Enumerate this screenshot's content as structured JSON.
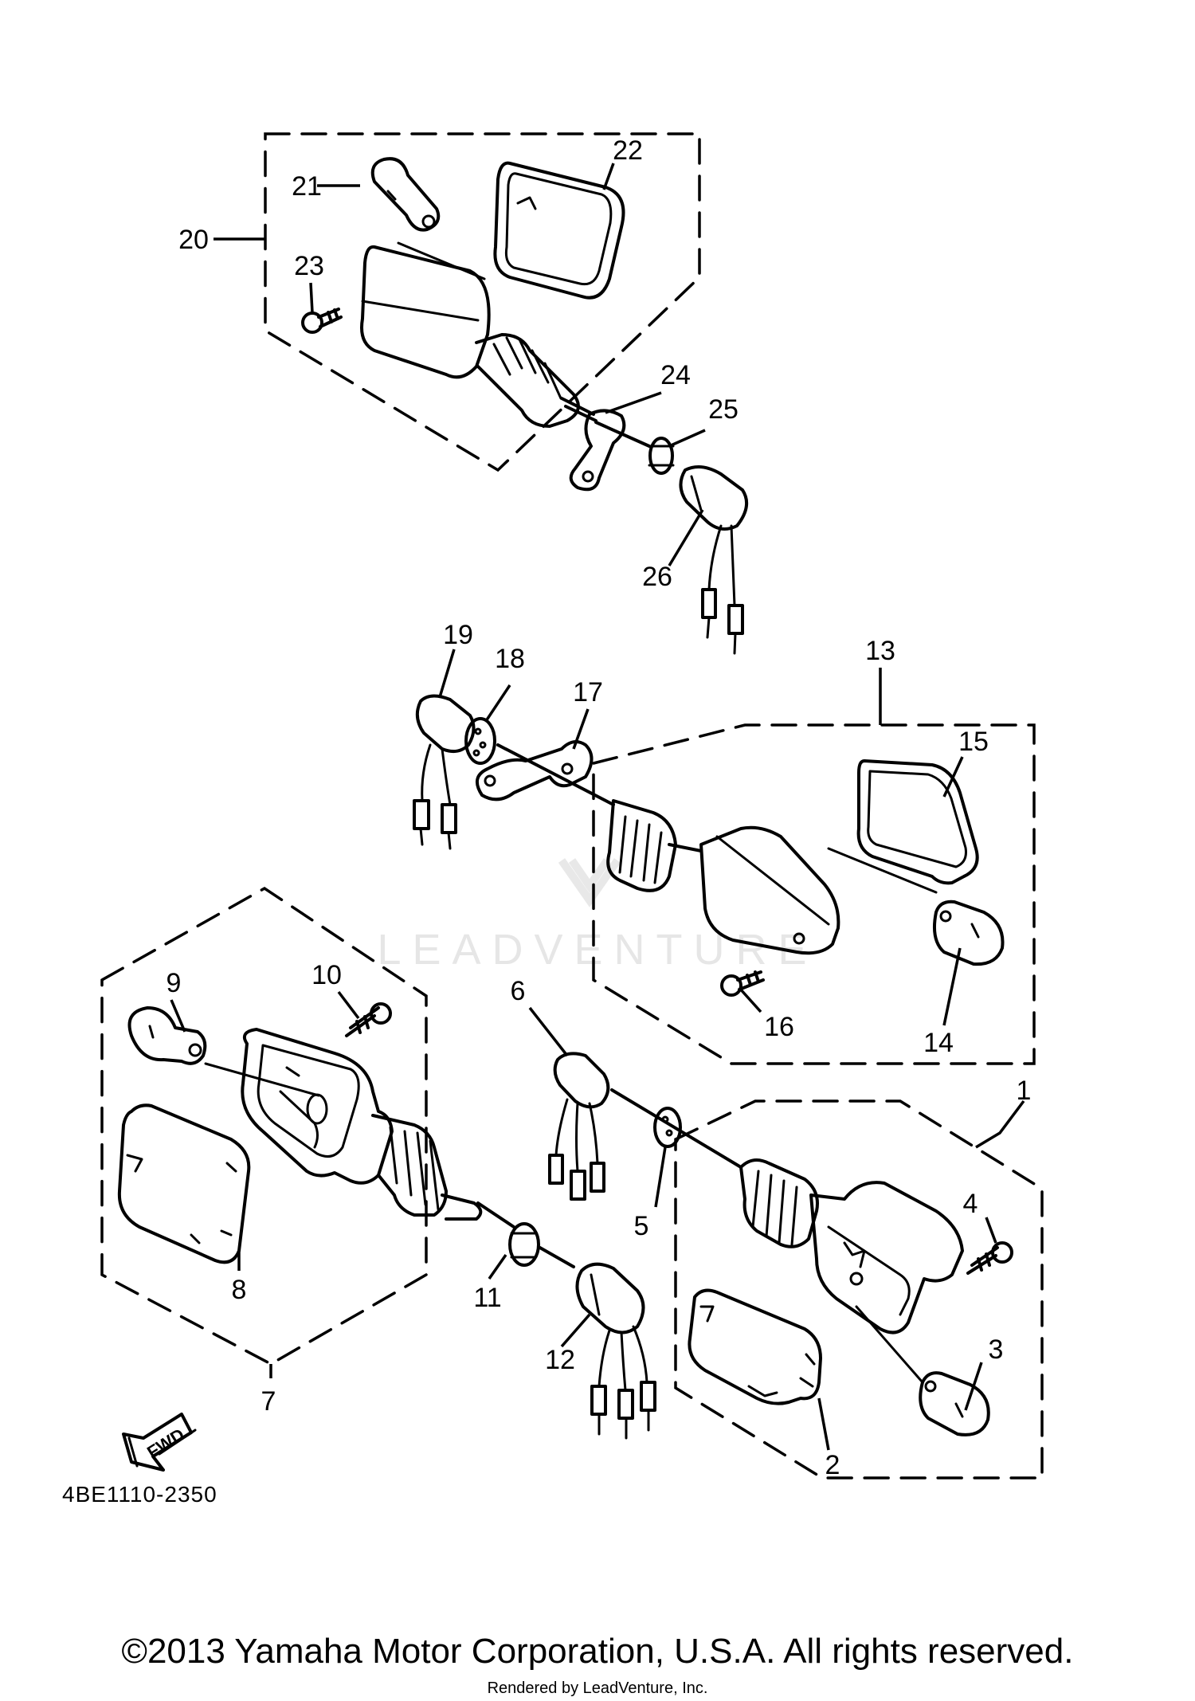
{
  "diagram": {
    "watermark": "LEADVENTURE",
    "fwd_label": "FWD",
    "part_code": "4BE1110-2350",
    "callouts": [
      "1",
      "2",
      "3",
      "4",
      "5",
      "6",
      "7",
      "8",
      "9",
      "10",
      "11",
      "12",
      "13",
      "14",
      "15",
      "16",
      "17",
      "18",
      "19",
      "20",
      "21",
      "22",
      "23",
      "24",
      "25",
      "26"
    ]
  },
  "footer": {
    "copyright": "©2013 Yamaha Motor Corporation, U.S.A. All rights reserved.",
    "rendered_by": "Rendered by LeadVenture, Inc."
  }
}
